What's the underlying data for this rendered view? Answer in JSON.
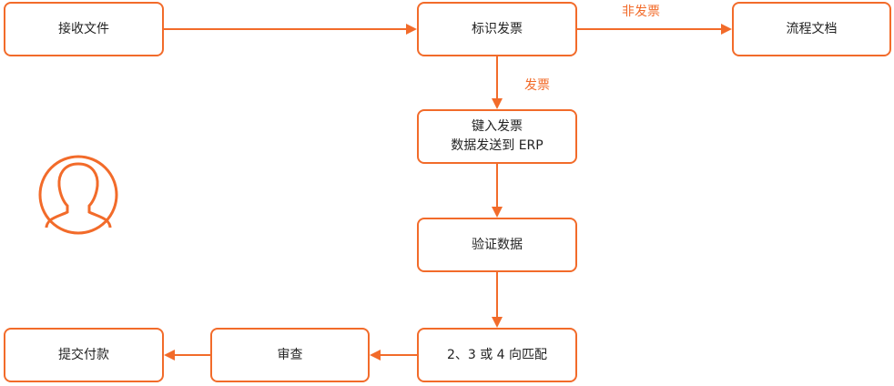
{
  "colors": {
    "accent": "#f26b2a",
    "text": "#222222",
    "background": "#ffffff"
  },
  "nodes": {
    "receive": "接收文件",
    "identify": "标识发票",
    "process_doc": "流程文档",
    "enter_line1": "键入发票",
    "enter_line2": "数据发送到 ERP",
    "validate": "验证数据",
    "match": "2、3 或 4 向匹配",
    "review": "审查",
    "pay": "提交付款"
  },
  "edge_labels": {
    "non_invoice": "非发票",
    "invoice": "发票"
  },
  "icons": {
    "user": "user-avatar-icon"
  }
}
